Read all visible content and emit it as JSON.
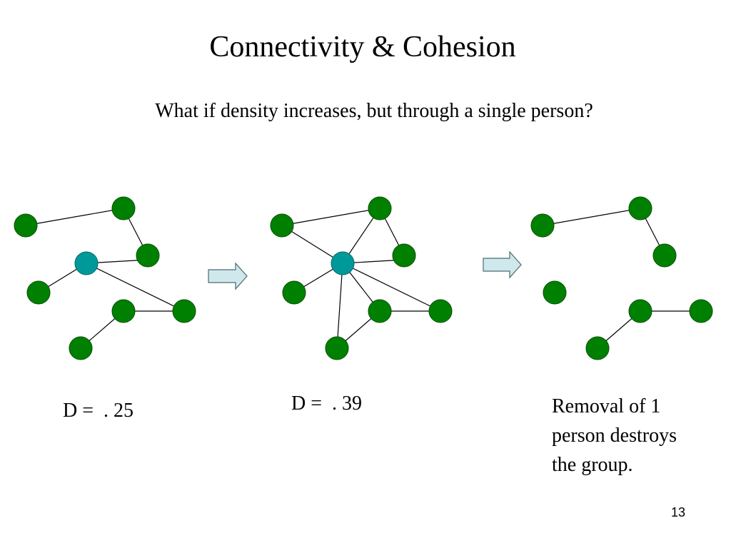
{
  "slide": {
    "title": "Connectivity & Cohesion",
    "subtitle": "What if density increases, but through a single person?",
    "page_number": "13"
  },
  "networks": [
    {
      "id": "network-before",
      "density_label": "D =  . 25"
    },
    {
      "id": "network-densified",
      "density_label": "D =  . 39"
    },
    {
      "id": "network-removed",
      "caption_lines": [
        "Removal of 1",
        "person destroys",
        "the group."
      ]
    }
  ],
  "colors": {
    "node_fill": "#008000",
    "node_stroke": "#004d00",
    "central_node_fill": "#009999",
    "central_node_stroke": "#006666",
    "edge": "#000000",
    "arrow_fill": "#cfe8ec",
    "arrow_stroke": "#4a6b70"
  }
}
